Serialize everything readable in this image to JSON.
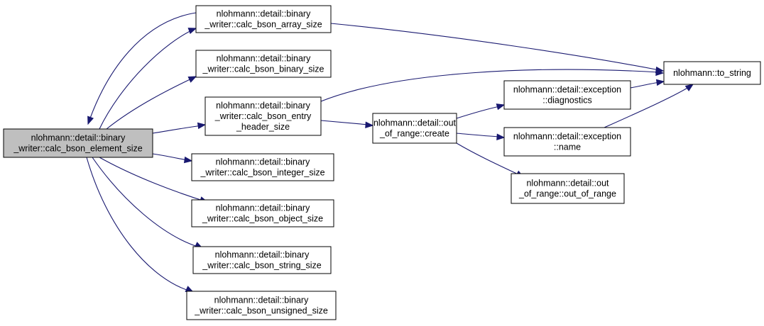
{
  "diagram": {
    "type": "call-graph",
    "colors": {
      "edge": "#191970",
      "root_fill": "#bfbfbf",
      "node_fill": "#ffffff",
      "node_border": "#000000"
    },
    "nodes": [
      {
        "id": "root",
        "lines": [
          "nlohmann::detail::binary",
          "_writer::calc_bson_element_size"
        ],
        "highlight": true
      },
      {
        "id": "array",
        "lines": [
          "nlohmann::detail::binary",
          "_writer::calc_bson_array_size"
        ]
      },
      {
        "id": "binary",
        "lines": [
          "nlohmann::detail::binary",
          "_writer::calc_bson_binary_size"
        ]
      },
      {
        "id": "entry",
        "lines": [
          "nlohmann::detail::binary",
          "_writer::calc_bson_entry",
          "_header_size"
        ]
      },
      {
        "id": "integer",
        "lines": [
          "nlohmann::detail::binary",
          "_writer::calc_bson_integer_size"
        ]
      },
      {
        "id": "object",
        "lines": [
          "nlohmann::detail::binary",
          "_writer::calc_bson_object_size"
        ]
      },
      {
        "id": "string",
        "lines": [
          "nlohmann::detail::binary",
          "_writer::calc_bson_string_size"
        ]
      },
      {
        "id": "unsigned",
        "lines": [
          "nlohmann::detail::binary",
          "_writer::calc_bson_unsigned_size"
        ]
      },
      {
        "id": "create",
        "lines": [
          "nlohmann::detail::out",
          "_of_range::create"
        ]
      },
      {
        "id": "diagnostics",
        "lines": [
          "nlohmann::detail::exception",
          "::diagnostics"
        ]
      },
      {
        "id": "name",
        "lines": [
          "nlohmann::detail::exception",
          "::name"
        ]
      },
      {
        "id": "oor",
        "lines": [
          "nlohmann::detail::out",
          "_of_range::out_of_range"
        ]
      },
      {
        "id": "tostring",
        "lines": [
          "nlohmann::to_string"
        ]
      }
    ],
    "edges": [
      {
        "from": "root",
        "to": "array"
      },
      {
        "from": "root",
        "to": "binary"
      },
      {
        "from": "root",
        "to": "entry"
      },
      {
        "from": "root",
        "to": "integer"
      },
      {
        "from": "root",
        "to": "object"
      },
      {
        "from": "root",
        "to": "string"
      },
      {
        "from": "root",
        "to": "unsigned"
      },
      {
        "from": "array",
        "to": "root"
      },
      {
        "from": "array",
        "to": "tostring"
      },
      {
        "from": "entry",
        "to": "tostring"
      },
      {
        "from": "entry",
        "to": "create"
      },
      {
        "from": "create",
        "to": "diagnostics"
      },
      {
        "from": "create",
        "to": "name"
      },
      {
        "from": "create",
        "to": "oor"
      },
      {
        "from": "diagnostics",
        "to": "tostring"
      },
      {
        "from": "name",
        "to": "tostring"
      }
    ]
  }
}
